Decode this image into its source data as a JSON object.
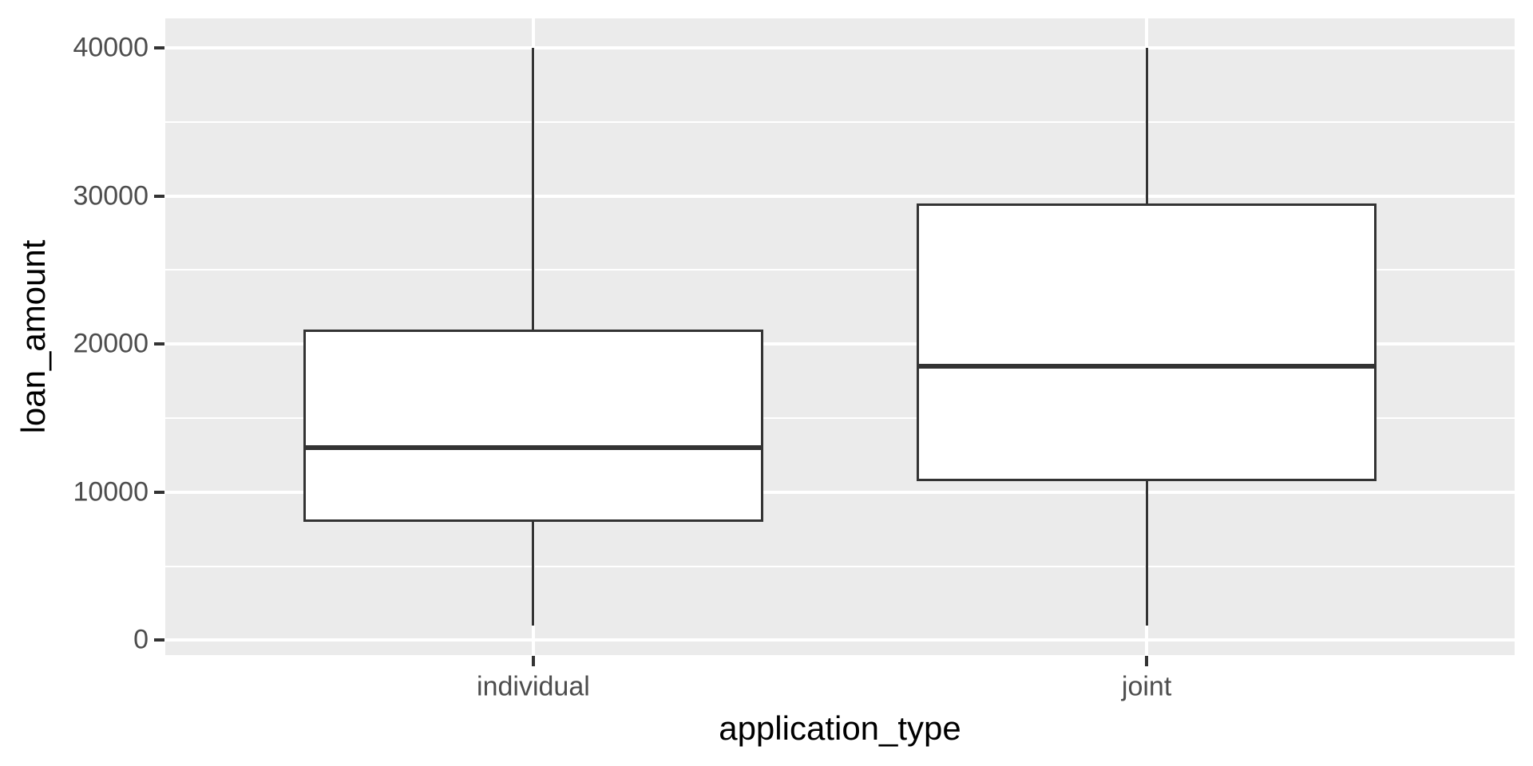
{
  "chart_data": {
    "type": "boxplot",
    "title": "",
    "xlabel": "application_type",
    "ylabel": "loan_amount",
    "categories": [
      "individual",
      "joint"
    ],
    "x_positions": [
      1,
      2
    ],
    "xdomain": [
      0.4,
      2.6
    ],
    "ylim": [
      -1000,
      42000
    ],
    "y_major_ticks": [
      0,
      10000,
      20000,
      30000,
      40000
    ],
    "y_minor_ticks": [
      5000,
      15000,
      25000,
      35000
    ],
    "box_width_units": 0.75,
    "grid": true,
    "legend": "none",
    "series": [
      {
        "category": "individual",
        "whisker_low": 1000,
        "q1": 8000,
        "median": 13000,
        "q3": 21000,
        "whisker_high": 40000
      },
      {
        "category": "joint",
        "whisker_low": 1000,
        "q1": 10750,
        "median": 18500,
        "q3": 29500,
        "whisker_high": 40000
      }
    ],
    "colors": {
      "panel_background": "#EBEBEB",
      "figure_background": "#FFFFFF",
      "gridline": "#FFFFFF",
      "box_border": "#333333",
      "box_fill": "#FFFFFF",
      "median": "#333333",
      "tick_mark": "#333333",
      "tick_text": "#4D4D4D",
      "axis_title_text": "#000000"
    }
  }
}
